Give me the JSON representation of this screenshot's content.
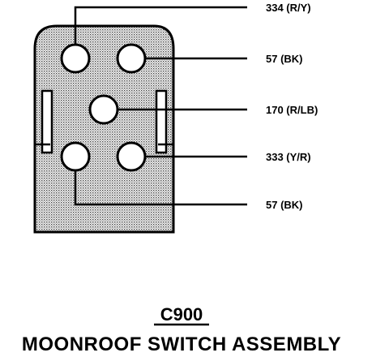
{
  "connector": {
    "id": "C900",
    "title": "MOONROOF SWITCH ASSEMBLY"
  },
  "pins": [
    {
      "label": "334 (R/Y)"
    },
    {
      "label": "57 (BK)"
    },
    {
      "label": "170 (R/LB)"
    },
    {
      "label": "333 (Y/R)"
    },
    {
      "label": "57 (BK)"
    }
  ]
}
